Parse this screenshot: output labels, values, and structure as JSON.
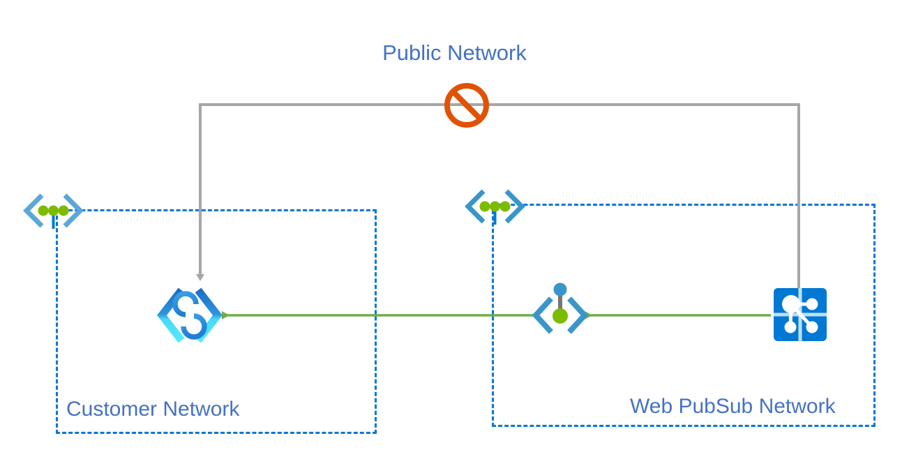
{
  "diagram": {
    "title": "Public Network",
    "title_color": "#4472c4",
    "background": "#ffffff"
  },
  "networks": [
    {
      "id": "customer-network",
      "label": "Customer Network",
      "border_color": "#0078d4",
      "border_style": "dashed"
    },
    {
      "id": "webpubsub-network",
      "label": "Web PubSub Network",
      "border_color": "#0078d4",
      "border_style": "dashed"
    }
  ],
  "icons": {
    "blocked": {
      "name": "blocked-icon",
      "color": "#e05206",
      "meaning": "public network access blocked"
    },
    "customer_vnet": {
      "name": "virtual-network-icon",
      "chevron_color": "#5aa7d8",
      "dot_color": "#7cbb00"
    },
    "webpubsub_vnet": {
      "name": "virtual-network-icon",
      "chevron_color": "#3a96c8",
      "dot_color": "#7cbb00"
    },
    "private_link": {
      "name": "private-link-icon",
      "chevron_top_color": "#1f7fd4",
      "chevron_bottom_color": "#50e6ff",
      "ring_color": "#2e8fe0"
    },
    "private_endpoint": {
      "name": "private-endpoint-icon",
      "chevron_color": "#3a96c8",
      "top_dot_color": "#3a96c8",
      "bottom_dot_color": "#7cbb00",
      "stem_color": "#767676"
    },
    "web_pubsub_service": {
      "name": "web-pubsub-service-icon",
      "tile_color": "#0078d4",
      "node_color": "#ffffff"
    }
  },
  "connections": [
    {
      "id": "public-path",
      "color": "#a6a6a6",
      "style": "solid",
      "arrow": "to-customer-private-link",
      "blocked": true
    },
    {
      "id": "private-path-service-to-endpoint",
      "color": "#70ad47",
      "style": "solid",
      "direction": "right-to-left"
    },
    {
      "id": "private-path-endpoint-to-customer",
      "color": "#70ad47",
      "style": "solid",
      "direction": "right-to-left"
    }
  ],
  "colors": {
    "azure_blue": "#0078d4",
    "label_blue": "#4472c4",
    "green": "#70ad47",
    "gray": "#a6a6a6",
    "orange": "#e05206"
  }
}
